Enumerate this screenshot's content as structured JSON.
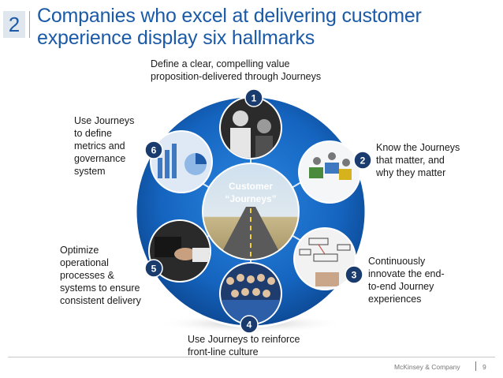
{
  "slide": {
    "number": "2",
    "title_line1": "Companies who excel at delivering customer",
    "title_line2": "experience display six hallmarks"
  },
  "center": {
    "line1": "Customer",
    "line2": "“Journeys”"
  },
  "hallmarks": [
    {
      "number": "1",
      "lines": [
        "Define a clear, compelling value",
        "proposition-delivered through Journeys"
      ]
    },
    {
      "number": "2",
      "lines": [
        "Know the Journeys",
        "that matter, and",
        "why they matter"
      ]
    },
    {
      "number": "3",
      "lines": [
        "Continuously",
        "innovate the end-",
        "to-end Journey",
        "experiences"
      ]
    },
    {
      "number": "4",
      "lines": [
        "Use Journeys to reinforce",
        "front-line culture"
      ]
    },
    {
      "number": "5",
      "lines": [
        "Optimize",
        "operational",
        "processes &",
        "systems to ensure",
        "consistent delivery"
      ]
    },
    {
      "number": "6",
      "lines": [
        "Use Journeys",
        "to define",
        "metrics and",
        "governance",
        "system"
      ]
    }
  ],
  "footer": {
    "brand": "McKinsey & Company",
    "page": "9"
  },
  "colors": {
    "title": "#1b5aa7",
    "wheel": "#1565c0",
    "badge": "#1a3b6e"
  }
}
